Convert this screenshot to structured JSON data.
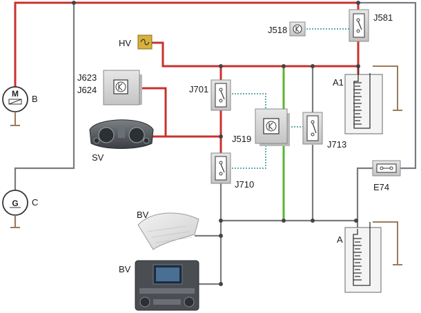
{
  "labels": {
    "motor_symbol": "M",
    "motor": "B",
    "generator_symbol": "G",
    "generator": "C",
    "hv": "HV",
    "j623": "J623",
    "j624": "J624",
    "sv": "SV",
    "bv_top": "BV",
    "bv_bottom": "BV",
    "j518": "J518",
    "j581": "J581",
    "j701": "J701",
    "j519": "J519",
    "j710": "J710",
    "j713": "J713",
    "a1": "A1",
    "e74": "E74",
    "a": "A"
  },
  "colors": {
    "red_wire": "#c8312c",
    "gray_wire": "#777b80",
    "green_wire": "#5ab530",
    "signal_line": "#2f8b8b",
    "ground": "#9a7a5a",
    "hv_fuse": "#d8b03c"
  }
}
